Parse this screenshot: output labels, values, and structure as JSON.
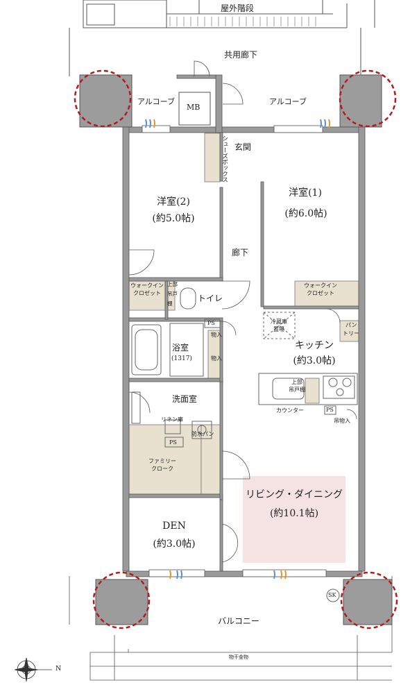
{
  "labels": {
    "outdoor_stairs": "屋外階段",
    "shared_corridor": "共用廊下",
    "alcove_left": "アルコーブ",
    "alcove_right": "アルコーブ",
    "mb": "MB",
    "shoe_box": "シューズボックス",
    "entrance": "玄関",
    "western_room_1": "洋室(1)",
    "western_room_1_size": "(約6.0帖)",
    "western_room_2": "洋室(2)",
    "western_room_2_size": "(約5.0帖)",
    "hallway": "廊下",
    "walkin_closet_left_1": "ウォークイン",
    "walkin_closet_left_2": "クロゼット",
    "walkin_closet_right_1": "ウォークイン",
    "walkin_closet_right_2": "クロゼット",
    "upper_cabinet_1": "上部",
    "upper_cabinet_2": "吊戸",
    "upper_cabinet_3": "棚",
    "toilet": "トイレ",
    "fridge_1": "冷蔵庫",
    "fridge_2": "置場",
    "pantry_1": "パン",
    "pantry_2": "トリー",
    "ps_1": "PS",
    "storage_1": "物入",
    "storage_2": "物入",
    "bathroom": "浴室",
    "bathroom_size": "(1317)",
    "kitchen": "キッチン",
    "kitchen_size": "(約3.0帖)",
    "kitchen_upper_1": "上部",
    "kitchen_upper_2": "吊戸棚",
    "counter": "カウンター",
    "ps_2": "PS",
    "storage_3": "吊物入",
    "washroom": "洗面室",
    "linen": "リネン庫",
    "waterproof_pan": "防水パン",
    "ps_3": "PS",
    "family_closet_1": "ファミリー",
    "family_closet_2": "クローク",
    "living_dining": "リビング・ダイニング",
    "living_dining_size": "(約10.1帖)",
    "den": "DEN",
    "den_size": "(約3.0帖)",
    "sk": "SK",
    "balcony": "バルコニー",
    "clothes_hanger": "物干金物",
    "north": "N"
  },
  "colors": {
    "wall": "#9a9a9a",
    "wall_edge": "#555555",
    "storage_fill": "#e8e1cf",
    "living_highlight": "#f5e3e3",
    "pillar": "#9c9c9c",
    "pillar_circle": "#b51b1b",
    "air_blue": "#5a8fd0",
    "air_orange": "#e8952b"
  }
}
